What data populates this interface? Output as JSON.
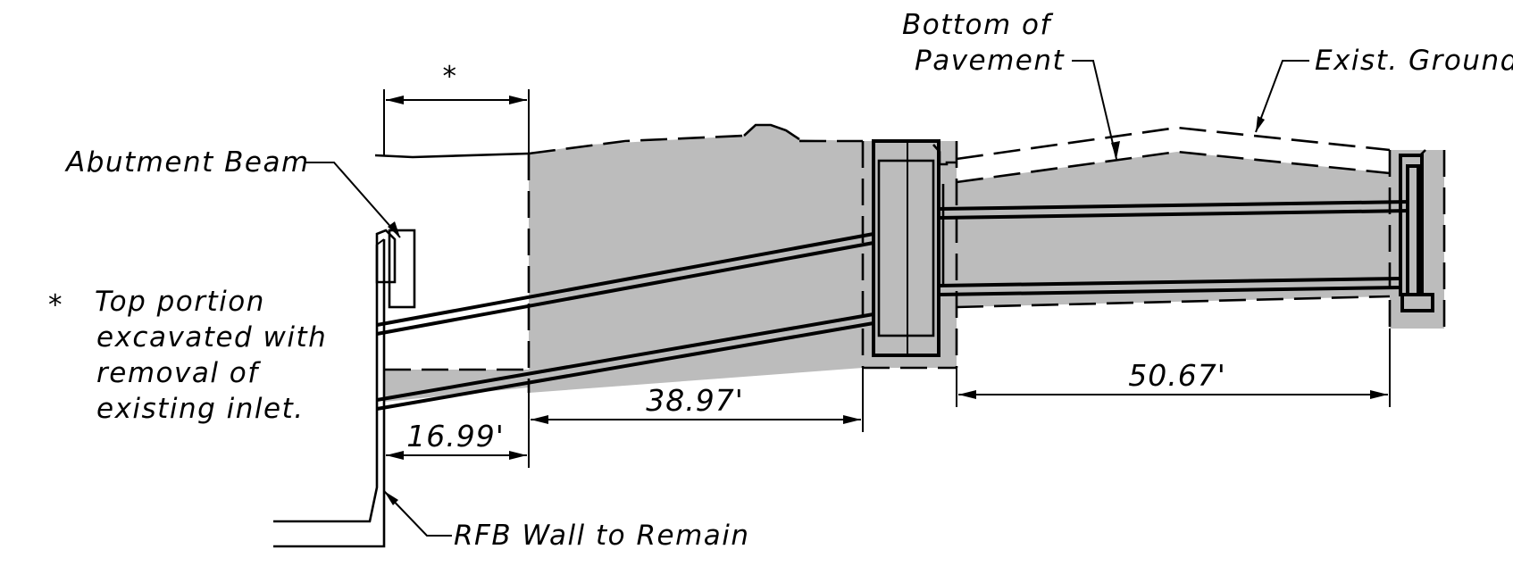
{
  "labels": {
    "abutment_beam": "Abutment Beam",
    "bottom_of": "Bottom of",
    "pavement": "Pavement",
    "exist_ground": "Exist. Ground",
    "rfb_wall": "RFB Wall to Remain",
    "note_marker": "*",
    "note_lines": [
      "Top portion",
      "excavated with",
      "removal of",
      "existing inlet."
    ],
    "dim_marker": "*"
  },
  "dimensions": {
    "d1": "16.99'",
    "d2": "38.97'",
    "d3": "50.67'"
  },
  "colors": {
    "line": "#000000",
    "fill": "#bcbcbc",
    "background": "#ffffff"
  }
}
